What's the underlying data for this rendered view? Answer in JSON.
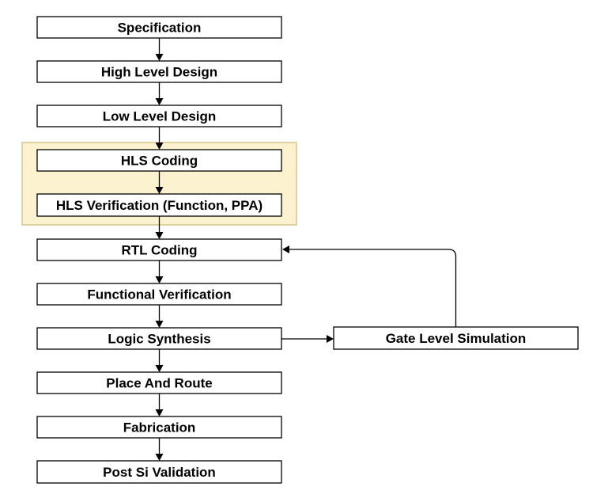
{
  "colors": {
    "group_fill": "#fdf2d0",
    "group_stroke": "#c9a95c",
    "node_stroke": "#000000",
    "edge": "#000000"
  },
  "nodes": [
    {
      "id": "specification",
      "label": "Specification"
    },
    {
      "id": "high-level-design",
      "label": "High Level Design"
    },
    {
      "id": "low-level-design",
      "label": "Low Level Design"
    },
    {
      "id": "hls-coding",
      "label": "HLS Coding"
    },
    {
      "id": "hls-verification",
      "label": "HLS Verification (Function, PPA)"
    },
    {
      "id": "rtl-coding",
      "label": "RTL Coding"
    },
    {
      "id": "functional-verification",
      "label": "Functional Verification"
    },
    {
      "id": "logic-synthesis",
      "label": "Logic Synthesis"
    },
    {
      "id": "place-and-route",
      "label": "Place And Route"
    },
    {
      "id": "fabrication",
      "label": "Fabrication"
    },
    {
      "id": "post-si-validation",
      "label": "Post Si Validation"
    },
    {
      "id": "gate-level-simulation",
      "label": "Gate Level Simulation"
    }
  ],
  "edges": [
    {
      "from": "specification",
      "to": "high-level-design"
    },
    {
      "from": "high-level-design",
      "to": "low-level-design"
    },
    {
      "from": "low-level-design",
      "to": "hls-coding"
    },
    {
      "from": "hls-coding",
      "to": "hls-verification"
    },
    {
      "from": "hls-verification",
      "to": "rtl-coding"
    },
    {
      "from": "rtl-coding",
      "to": "functional-verification"
    },
    {
      "from": "functional-verification",
      "to": "logic-synthesis"
    },
    {
      "from": "logic-synthesis",
      "to": "place-and-route"
    },
    {
      "from": "place-and-route",
      "to": "fabrication"
    },
    {
      "from": "fabrication",
      "to": "post-si-validation"
    },
    {
      "from": "logic-synthesis",
      "to": "gate-level-simulation"
    },
    {
      "from": "gate-level-simulation",
      "to": "rtl-coding"
    }
  ]
}
